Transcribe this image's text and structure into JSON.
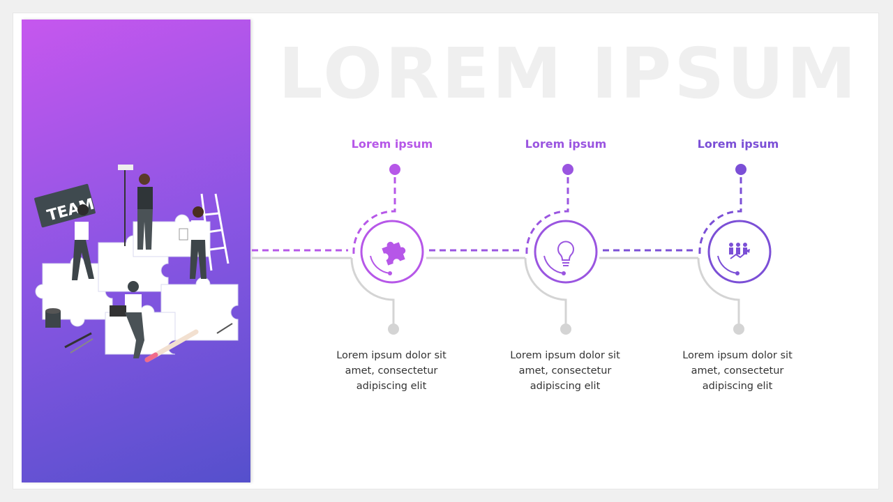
{
  "slide": {
    "watermark": "LOREM IPSUM",
    "illustration_label": "TEAM"
  },
  "steps": [
    {
      "title": "Lorem ipsum",
      "line1": "Lorem ipsum dolor sit",
      "line2": "amet, consectetur",
      "line3": "adipiscing  elit",
      "icon": "puzzle-icon",
      "color": "#b657e8"
    },
    {
      "title": "Lorem ipsum",
      "line1": "Lorem ipsum dolor sit",
      "line2": "amet, consectetur",
      "line3": "adipiscing  elit",
      "icon": "lightbulb-icon",
      "color": "#9a55e0"
    },
    {
      "title": "Lorem ipsum",
      "line1": "Lorem ipsum dolor sit",
      "line2": "amet, consectetur",
      "line3": "adipiscing  elit",
      "icon": "team-growth-icon",
      "color": "#7b4fd6"
    }
  ],
  "colors": {
    "panel_top": "#c657ee",
    "panel_bottom": "#5550cc",
    "connector_gray": "#d4d4d4"
  }
}
